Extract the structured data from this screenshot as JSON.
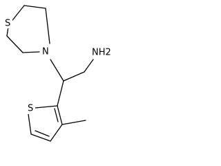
{
  "structure": {
    "atoms": {
      "ring_sulfur": "S",
      "ring_nitrogen": "N",
      "amine": "NH2",
      "thiophene_sulfur": "S"
    }
  },
  "colors": {
    "ink": "#000000",
    "background": "#ffffff"
  }
}
